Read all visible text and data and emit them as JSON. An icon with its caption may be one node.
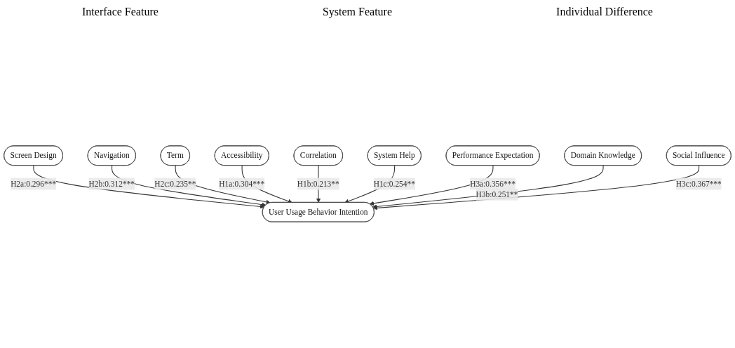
{
  "diagram": {
    "nodes": [
      {
        "text": [
          "Screen Design"
        ]
      },
      {
        "text": [
          "Navigation"
        ]
      },
      {
        "text": [
          "Term"
        ]
      },
      {
        "text": [
          "Accessibility"
        ]
      },
      {
        "text": [
          "Performance Expectation"
        ]
      },
      {
        "text": [
          "Correlation"
        ]
      },
      {
        "text": [
          "User Usage Behavior Intention"
        ]
      },
      {
        "text": [
          "Domain Knowledge"
        ]
      },
      {
        "text": [
          "System Help"
        ]
      },
      {
        "text": [
          "Social Influence"
        ]
      }
    ],
    "edges": [
      {
        "from": 0,
        "to": 6,
        "arrow": "to",
        "label": "H2a:0.296***"
      },
      {
        "from": 1,
        "to": 6,
        "arrow": "to",
        "label": "H2b:0.312***"
      },
      {
        "from": 2,
        "to": 6,
        "arrow": "to",
        "label": "H2c:0.235**"
      },
      {
        "from": 3,
        "to": 6,
        "arrow": "to",
        "label": "H1a:0.304***"
      },
      {
        "from": 5,
        "to": 6,
        "arrow": "to",
        "label": "H1b:0.213**"
      },
      {
        "from": 8,
        "to": 6,
        "arrow": "to",
        "label": "H1c:0.254**"
      },
      {
        "from": 4,
        "to": 6,
        "arrow": "to",
        "label": "H3a:0.356***"
      },
      {
        "from": 7,
        "to": 6,
        "arrow": "to",
        "label": "H3b:0.251**"
      },
      {
        "from": 9,
        "to": 6,
        "arrow": "to",
        "label": "H3c:0.367***"
      }
    ],
    "labels": [
      "Interface Feature",
      "System Feature",
      "Individual Difference"
    ]
  }
}
